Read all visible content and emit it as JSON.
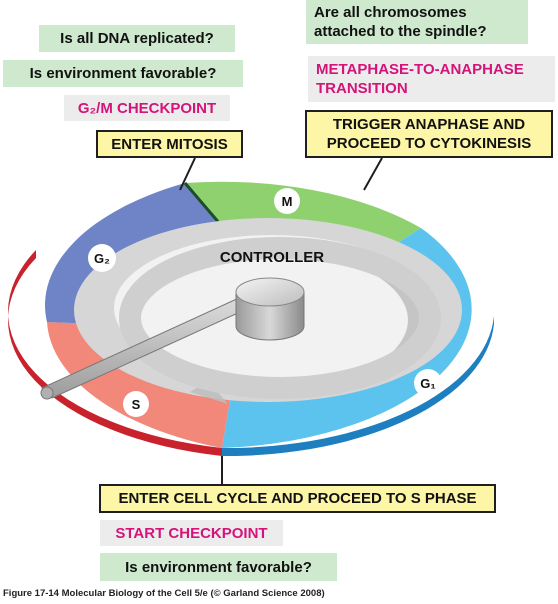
{
  "g2m": {
    "question1": "Is all DNA replicated?",
    "question2": "Is environment favorable?",
    "checkpoint": "G₂/M CHECKPOINT",
    "action": "ENTER MITOSIS"
  },
  "metaphase": {
    "question_line1": "Are all chromosomes",
    "question_line2": "attached to the spindle?",
    "transition_line1": "METAPHASE-TO-ANAPHASE",
    "transition_line2": "TRANSITION",
    "action_line1": "TRIGGER ANAPHASE AND",
    "action_line2": "PROCEED TO CYTOKINESIS"
  },
  "start": {
    "action": "ENTER CELL CYCLE AND PROCEED TO S PHASE",
    "checkpoint": "START CHECKPOINT",
    "question": "Is environment favorable?"
  },
  "controller": {
    "label": "CONTROLLER"
  },
  "phases": {
    "m": "M",
    "g2": "G₂",
    "g1": "G₁",
    "s": "S"
  },
  "caption": "Figure 17-14  Molecular Biology of the Cell 5/e (© Garland Science 2008)",
  "colors": {
    "m_phase": "#8fd16f",
    "g1_phase": "#5bc3ee",
    "g2_phase": "#6f84c7",
    "s_phase": "#f2887a",
    "green_box": "#cfe9cf",
    "yellow_box": "#fdf6a6",
    "checkpoint_text": "#d4147a"
  }
}
